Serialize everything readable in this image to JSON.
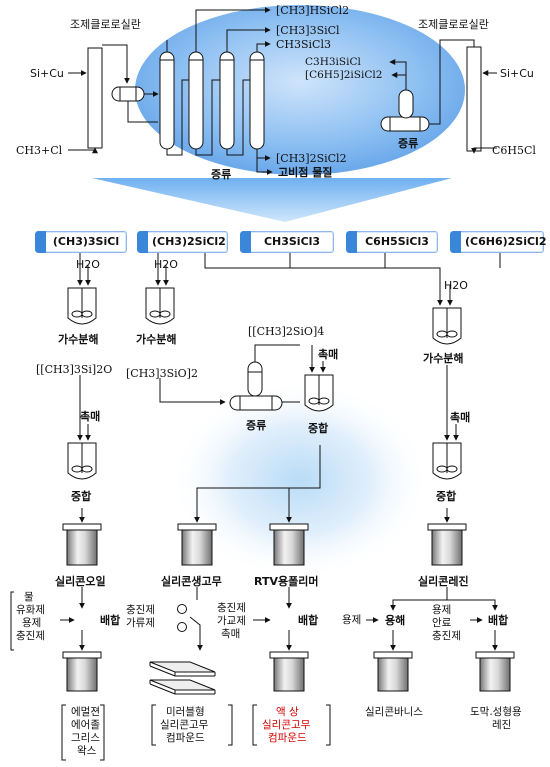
{
  "top": {
    "left_crude": "조제클로로실란",
    "right_crude": "조제클로로실란",
    "left_feed_sicu": "Si+Cu",
    "left_feed_ch3cl": "CH3+Cl",
    "right_feed_sicu": "Si+Cu",
    "right_feed_c6h5cl": "C6H5Cl",
    "product_1": "[CH3]HSiCl2",
    "product_2": "[CH3]3SiCl",
    "product_3": "CH3SiCl3",
    "product_4": "[CH3]2SiCl2",
    "product_5": "고비점 물질",
    "right_product_1": "C3H3iSiCl",
    "right_product_2": "[C6H5]2iSiCl2",
    "distill_left": "증류",
    "distill_right": "증류"
  },
  "chips": [
    {
      "label": "(CH3)3SiCl"
    },
    {
      "label": "(CH3)2SiCl2"
    },
    {
      "label": "CH3SiCl3"
    },
    {
      "label": "C6H5SiCl3"
    },
    {
      "label": "(C6H6)2SiCl2"
    }
  ],
  "middle": {
    "h2o_1": "H2O",
    "h2o_2": "H2O",
    "h2o_3": "H2O",
    "hydrolysis_1": "가수분해",
    "hydrolysis_2": "가수분해",
    "hydrolysis_3": "가수분해",
    "siloxane_a": "[[CH3]3Si]2O",
    "siloxane_b": "[CH3]3SiO]2",
    "cyclic": "[[CH3]2SiO]4",
    "catalyst_1": "촉매",
    "catalyst_2": "촉매",
    "catalyst_3": "촉매",
    "distill": "증류",
    "polymerize_1": "중합",
    "polymerize_2": "중합",
    "polymerize_3": "중합"
  },
  "bottom": {
    "silicone_oil": "실리콘오일",
    "silicone_rubber": "실리콘생고무",
    "rtv_polymer": "RTV용폴리머",
    "silicone_resin": "실리콘레진",
    "oil_additives": [
      "물",
      "유화제",
      "용제",
      "충진제"
    ],
    "rubber_additives": [
      "충진제",
      "가류제"
    ],
    "rtv_additives": [
      "충진제",
      "가교제",
      "촉매"
    ],
    "resin_solvent": "용제",
    "resin_additives": [
      "용제",
      "안료",
      "충진제"
    ],
    "mix_1": "배합",
    "mix_2": "배합",
    "mix_3": "배합",
    "dissolve": "용해",
    "prod_oil": [
      "에멀젼",
      "에어졸",
      "그리스",
      "왁스"
    ],
    "prod_rubber": [
      "미러블형",
      "실리콘고무",
      "컴파운드"
    ],
    "prod_rtv": [
      "액 상",
      "실리콘고무",
      "컴파운드"
    ],
    "prod_varnish": "실리콘바니스",
    "prod_coating": [
      "도막.성형용",
      "레진"
    ]
  }
}
